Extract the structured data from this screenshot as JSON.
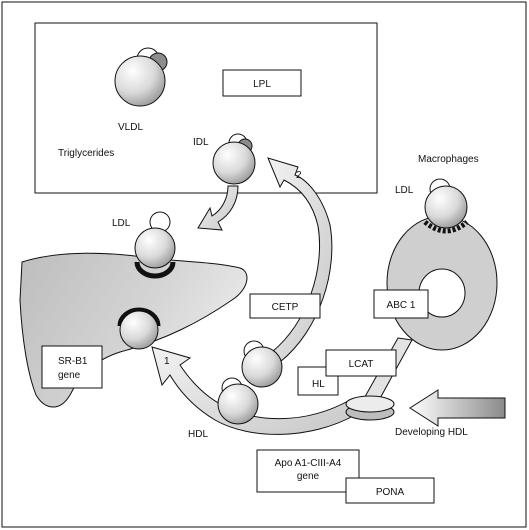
{
  "labels": {
    "lpl": "LPL",
    "vldl": "VLDL",
    "triglycerides": "Triglycerides",
    "idl": "IDL",
    "arrow_2": "2",
    "macrophages": "Macrophages",
    "ldl_macrophage": "LDL",
    "ldl_liver": "LDL",
    "cetp": "CETP",
    "abc1": "ABC 1",
    "sr_b1_line1": "SR-B1",
    "sr_b1_line2": "gene",
    "arrow_1": "1",
    "lcat": "LCAT",
    "hl": "HL",
    "hdl": "HDL",
    "developing_hdl": "Developing HDL",
    "apo_line1": "Apo A1-CIII-A4",
    "apo_line2": "gene",
    "pona": "PONA"
  },
  "colors": {
    "outline": "#111111",
    "particle_light": "#f2f2f2",
    "particle_dark": "#8c8c8c",
    "liver_fill": "#c9c9c9",
    "macrophage_fill": "#cfcfcf",
    "arrow_fill": "#e6e6e6"
  }
}
